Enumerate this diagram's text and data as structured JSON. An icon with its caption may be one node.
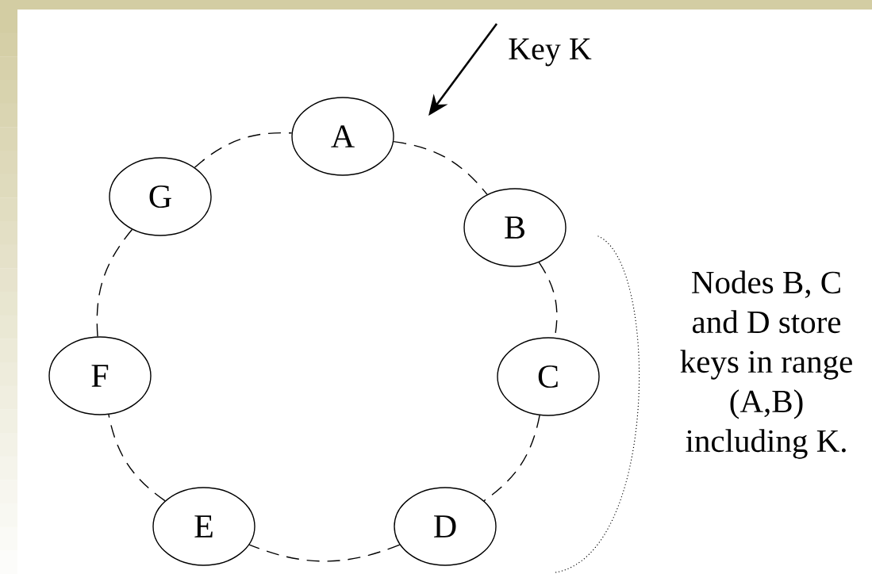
{
  "diagram": {
    "nodes": [
      {
        "text": [
          "A"
        ]
      },
      {
        "text": [
          "B"
        ]
      },
      {
        "text": [
          "C"
        ]
      },
      {
        "text": [
          "D"
        ]
      },
      {
        "text": [
          "E"
        ]
      },
      {
        "text": [
          "F"
        ]
      },
      {
        "text": [
          "G"
        ]
      }
    ],
    "edges": [
      {
        "from": 0,
        "to": 1,
        "arrow": "none",
        "style": "dashed"
      },
      {
        "from": 1,
        "to": 2,
        "arrow": "none",
        "style": "dashed"
      },
      {
        "from": 2,
        "to": 3,
        "arrow": "none",
        "style": "dashed"
      },
      {
        "from": 3,
        "to": 4,
        "arrow": "none",
        "style": "dashed"
      },
      {
        "from": 4,
        "to": 5,
        "arrow": "none",
        "style": "dashed"
      },
      {
        "from": 5,
        "to": 6,
        "arrow": "none",
        "style": "dashed"
      },
      {
        "from": 6,
        "to": 0,
        "arrow": "none",
        "style": "dashed"
      }
    ],
    "labels": [
      "Key K",
      "Nodes B, C and D store keys in range (A,B) including K."
    ]
  }
}
